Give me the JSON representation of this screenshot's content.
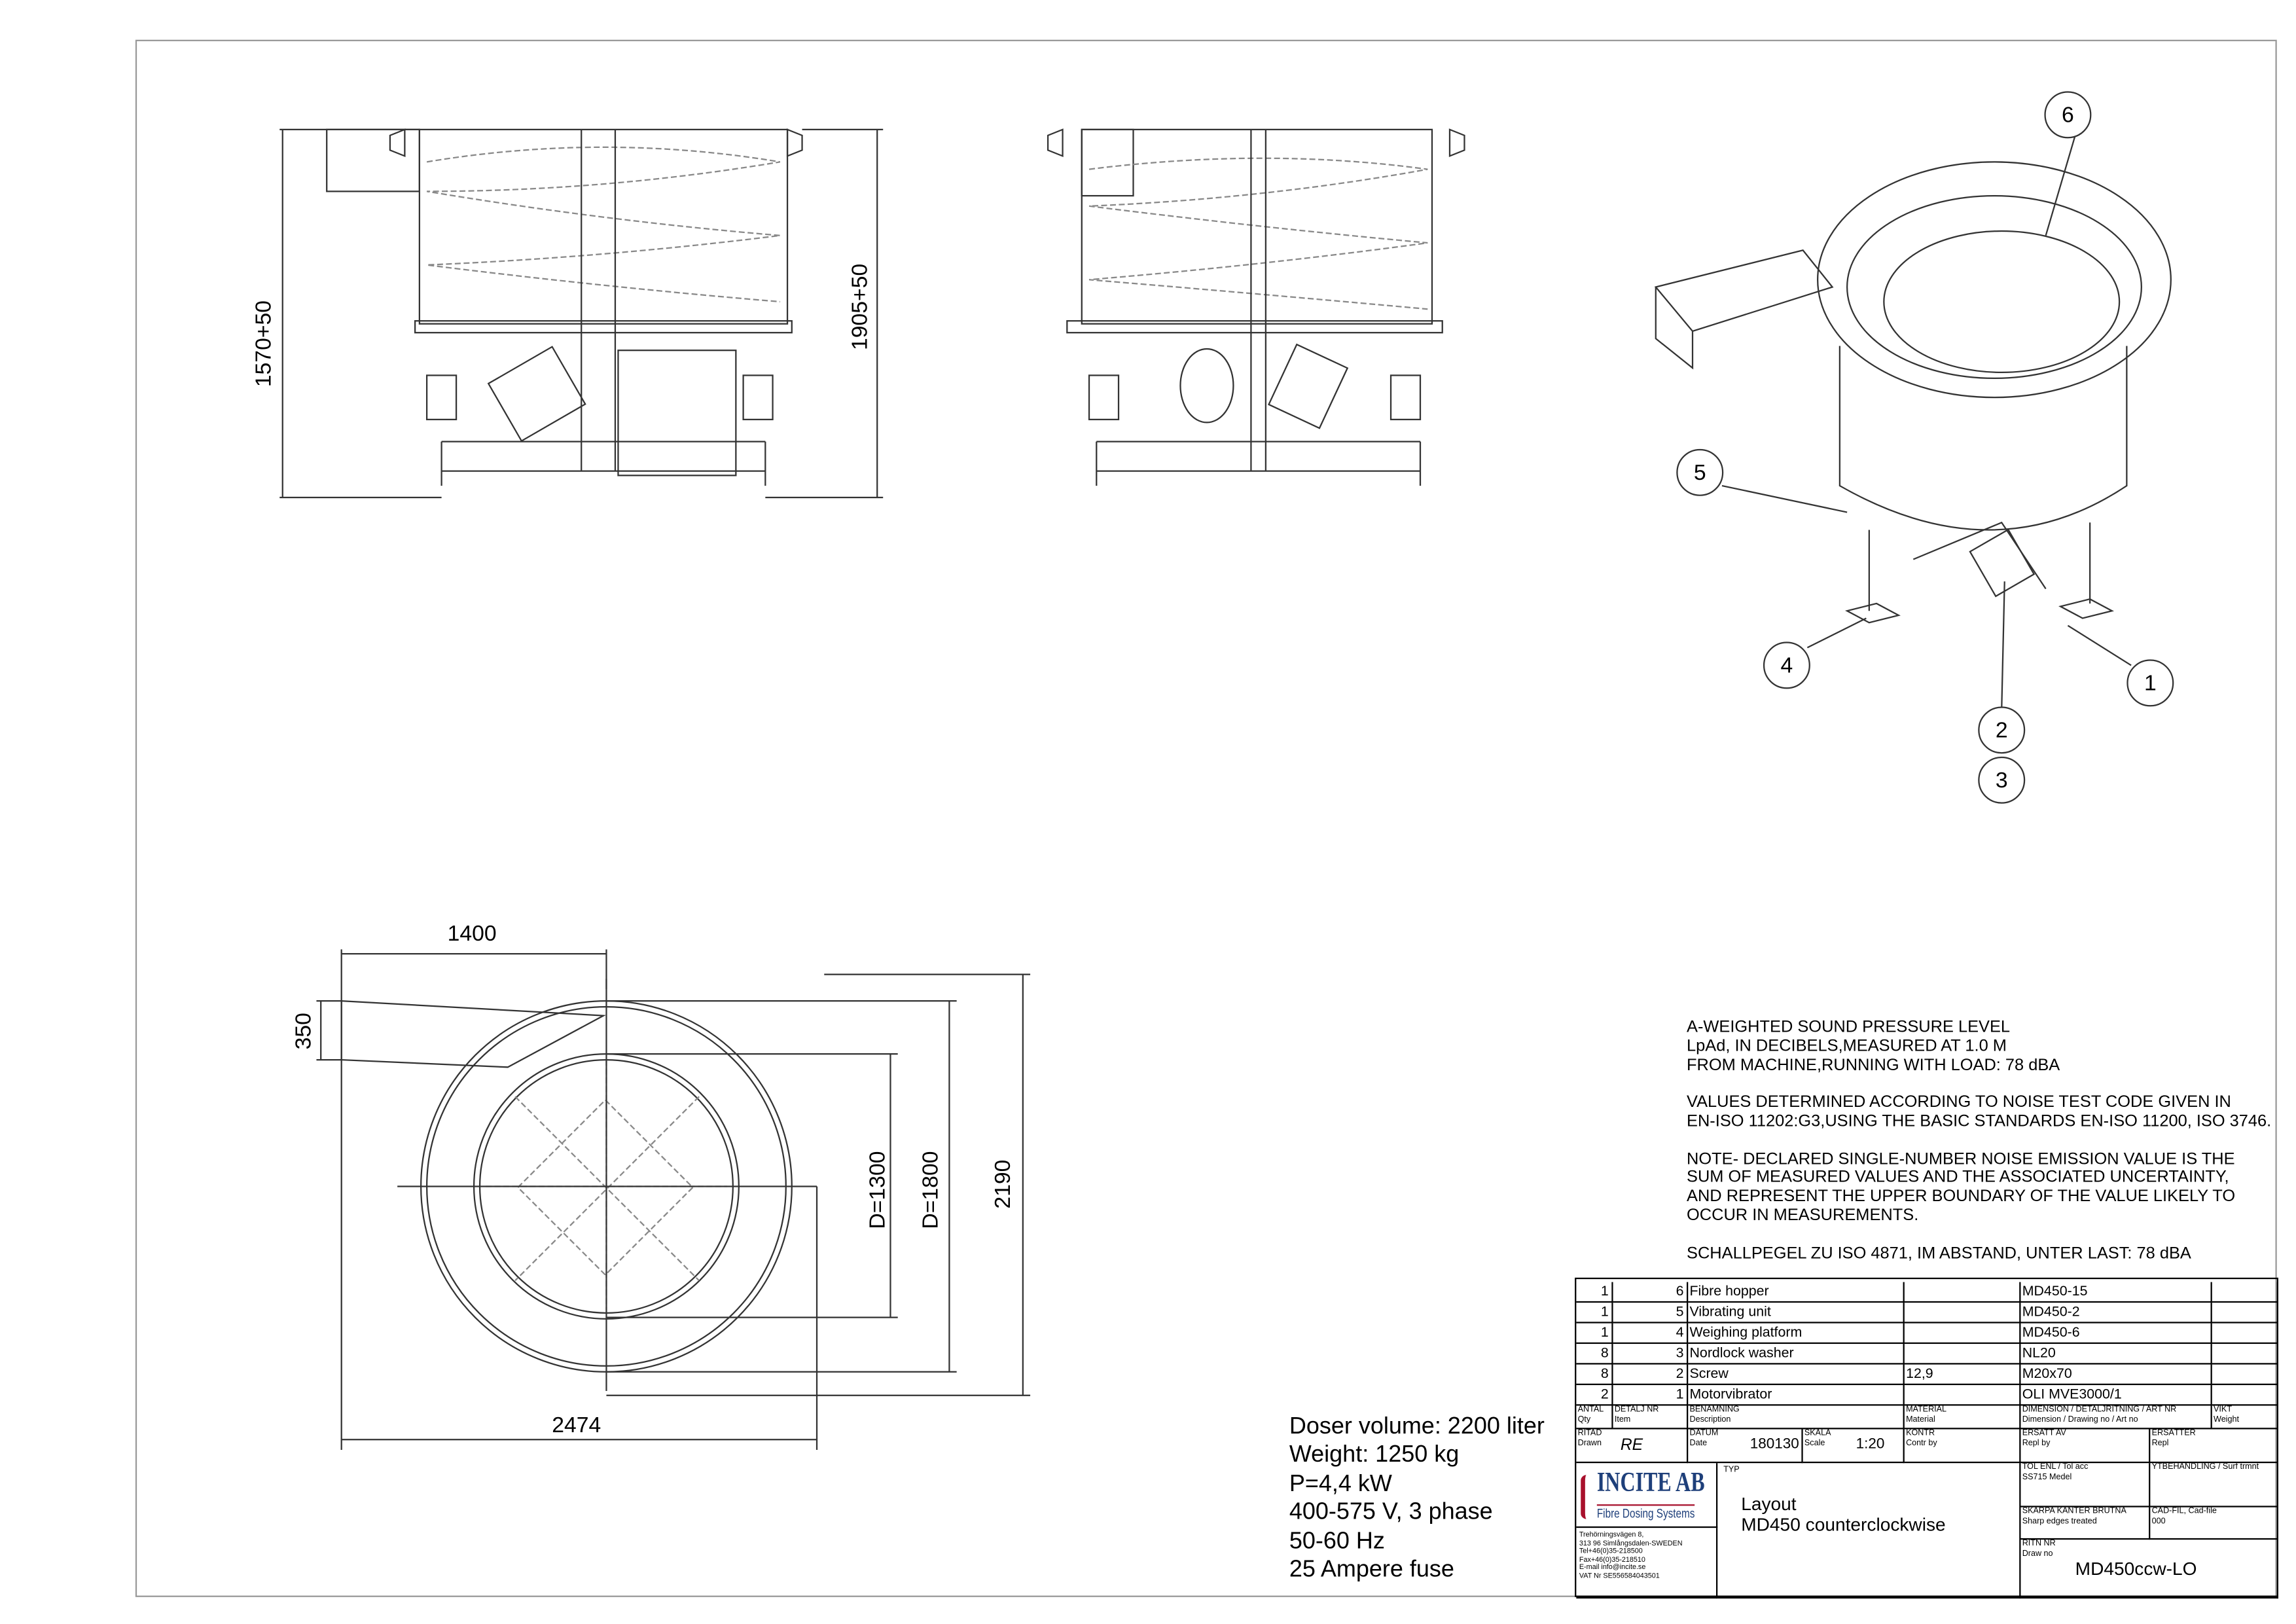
{
  "dimensions": {
    "front_height": "1570+50",
    "side_height": "1905+50",
    "top_width": "1400",
    "chute_width": "350",
    "overall_width": "2474",
    "inner_diameter": "D=1300",
    "outer_diameter": "D=1800",
    "overall_depth": "2190"
  },
  "balloons": [
    "1",
    "2",
    "3",
    "4",
    "5",
    "6"
  ],
  "notes": [
    "A-WEIGHTED SOUND PRESSURE LEVEL\nLpAd, IN DECIBELS,MEASURED AT 1.0 M\nFROM MACHINE,RUNNING WITH LOAD:   78 dBA",
    "VALUES DETERMINED ACCORDING TO NOISE TEST CODE GIVEN IN\nEN-ISO 11202:G3,USING THE BASIC STANDARDS EN-ISO 11200, ISO 3746.",
    "NOTE- DECLARED SINGLE-NUMBER NOISE EMISSION VALUE IS THE\nSUM OF MEASURED VALUES AND THE ASSOCIATED UNCERTAINTY,\nAND REPRESENT THE UPPER BOUNDARY OF THE VALUE LIKELY TO\nOCCUR IN MEASUREMENTS.",
    "SCHALLPEGEL ZU ISO 4871, IM ABSTAND, UNTER LAST: 78 dBA"
  ],
  "specs": [
    "Doser volume: 2200 liter",
    "Weight: 1250 kg",
    "P=4,4 kW",
    "400-575 V, 3 phase",
    "50-60 Hz",
    "25 Ampere fuse"
  ],
  "parts": [
    {
      "qty": "1",
      "item": "6",
      "desc": "Fibre hopper",
      "material": "",
      "dim": "MD450-15",
      "weight": ""
    },
    {
      "qty": "1",
      "item": "5",
      "desc": "Vibrating unit",
      "material": "",
      "dim": "MD450-2",
      "weight": ""
    },
    {
      "qty": "1",
      "item": "4",
      "desc": "Weighing platform",
      "material": "",
      "dim": "MD450-6",
      "weight": ""
    },
    {
      "qty": "8",
      "item": "3",
      "desc": "Nordlock washer",
      "material": "",
      "dim": "NL20",
      "weight": ""
    },
    {
      "qty": "8",
      "item": "2",
      "desc": "Screw",
      "material": "12,9",
      "dim": "M20x70",
      "weight": ""
    },
    {
      "qty": "2",
      "item": "1",
      "desc": "Motorvibrator",
      "material": "",
      "dim": "OLI MVE3000/1",
      "weight": ""
    }
  ],
  "headers": {
    "qty": [
      "ANTAL",
      "Qty"
    ],
    "item": [
      "DETALJ NR",
      "Item"
    ],
    "desc": [
      "BENÄMNING",
      "Description"
    ],
    "material": [
      "MATERIAL",
      "Material"
    ],
    "dim": [
      "DIMENSION / DETALJRITNING / ART NR",
      "Dimension / Drawing no / Art no"
    ],
    "weight": [
      "VIKT",
      "Weight"
    ]
  },
  "title_block": {
    "drawn_label": [
      "RITAD",
      "Drawn"
    ],
    "drawn": "RE",
    "date_label": [
      "DATUM",
      "Date"
    ],
    "date": "180130",
    "scale_label": [
      "SKALA",
      "Scale"
    ],
    "scale": "1:20",
    "checked_label": [
      "KONTR",
      "Contr by"
    ],
    "replaced_by_label": [
      "ERSATT AV",
      "Repl by"
    ],
    "replaces_label": [
      "ERSÄTTER",
      "Repl"
    ],
    "type_label": "TYP",
    "title_line1": "Layout",
    "title_line2": "MD450 counterclockwise",
    "tolerance_label": "TOL ENL / Tol acc",
    "tolerance": "SS715 Medel",
    "surface_label": "YTBEHANDLING / Surf trmnt",
    "edges_label": [
      "SKARPA KANTER BRUTNA",
      "Sharp edges treated"
    ],
    "cad_label": "CAD-FIL, Cad-file",
    "cad": "000",
    "drawing_no_label": [
      "RITN NR",
      "Draw no"
    ],
    "drawing_no": "MD450ccw-LO",
    "logo_name": "INCITE AB",
    "logo_tagline": "Fibre Dosing Systems",
    "address": [
      "Trehörningsvägen 8,",
      "313 96 Simlångsdalen-SWEDEN",
      "Tel+46(0)35-218500",
      "Fax+46(0)35-218510",
      "E-mail info@incite.se",
      "VAT Nr SE556584043501"
    ]
  },
  "colors": {
    "logo_blue": "#1e3f7a",
    "logo_red": "#a8102c"
  }
}
